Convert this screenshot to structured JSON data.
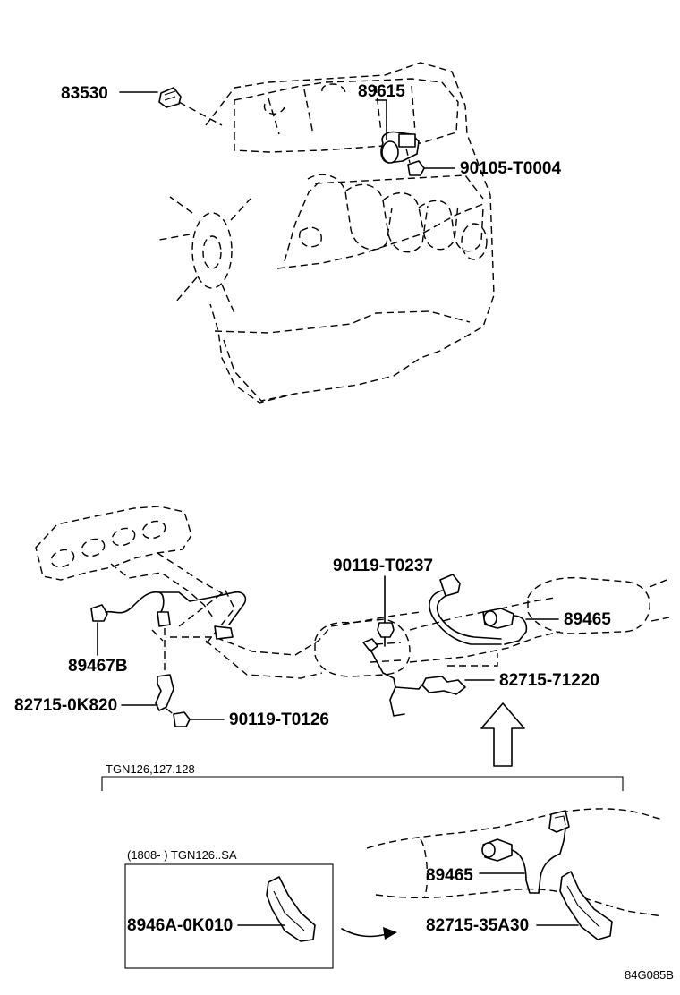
{
  "diagram": {
    "part_labels": {
      "p83530": "83530",
      "p89615": "89615",
      "p90105": "90105-T0004",
      "p90119a": "90119-T0237",
      "p89465a": "89465",
      "p89467b": "89467B",
      "p827150k": "82715-0K820",
      "p90119b": "90119-T0126",
      "p8271571": "82715-71220",
      "p89465b": "89465",
      "p8946a": "8946A-0K010",
      "p8271535": "82715-35A30"
    },
    "model_note": "TGN126,127.128",
    "variant_box_title": "(1808-      ) TGN126..SA",
    "figure_code": "84G085B"
  }
}
